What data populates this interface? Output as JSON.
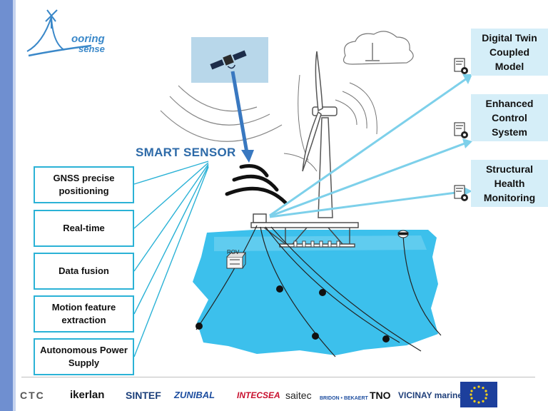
{
  "smart_sensor_label": "SMART SENSOR",
  "features": [
    "GNSS precise positioning",
    "Real-time",
    "Data fusion",
    "Motion feature extraction",
    "Autonomous Power Supply"
  ],
  "outputs": [
    "Digital Twin Coupled Model",
    "Enhanced Control System",
    "Structural Health Monitoring"
  ],
  "rov_label": "ROV",
  "logo": {
    "line1": "ooring",
    "line2": "sense"
  },
  "partners": [
    "CTC",
    "ikerlan",
    "SINTEF",
    "ZUNIBAL",
    "INTECSEA",
    "saitec",
    "BRIDON • BEKAERT",
    "TNO",
    "VICINAY marine"
  ],
  "colors": {
    "accent_cyan": "#2bb2d6",
    "ray_cyan": "#7dd0ea",
    "sea_blue": "#3cc0ec",
    "sensor_blue": "#3978c0",
    "box_fill": "#d5eef8"
  }
}
